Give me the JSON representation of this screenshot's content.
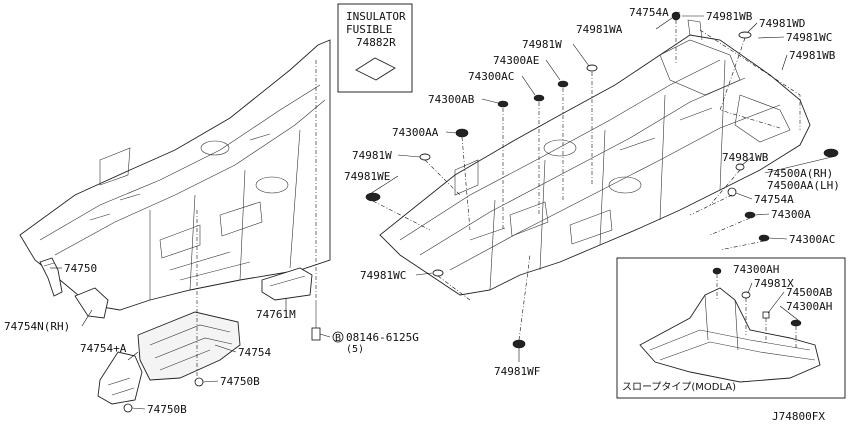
{
  "inset_insulator": {
    "line1": "INSULATOR",
    "line2": "FUSIBLE",
    "part_no": "74882R"
  },
  "inset_slope": {
    "caption": "スロープタイプ(MODLA)"
  },
  "diagram_code": "J74800FX",
  "callouts": {
    "c74750": "74750",
    "c74754n": "74754N(RH)",
    "c74754a": "74754+A",
    "c74754": "74754",
    "c74750b_1": "74750B",
    "c74750b_2": "74750B",
    "c74761m": "74761M",
    "c08146": "08146-6125G",
    "c08146_qty": "(5)",
    "c08146_prefix": "B",
    "c74300aa": "74300AA",
    "c74300ab": "74300AB",
    "c74300ac_top": "74300AC",
    "c74300ae": "74300AE",
    "c74981w_top": "74981W",
    "c74981wa": "74981WA",
    "c74754a_top": "74754A",
    "c74981wb_top": "74981WB",
    "c74981wd": "74981WD",
    "c74981wc_top": "74981WC",
    "c74981wb_right": "74981WB",
    "c74981w_left": "74981W",
    "c74981we": "74981WE",
    "c74981wb_mid": "74981WB",
    "c74500a": "74500A(RH)",
    "c74500aa": "74500AA(LH)",
    "c74754a_mid": "74754A",
    "c74300a": "74300A",
    "c74300ac_right": "74300AC",
    "c74981wc_bottom": "74981WC",
    "c74981wf": "74981WF",
    "c74300ah_1": "74300AH",
    "c74981x": "74981X",
    "c74500ab": "74500AB",
    "c74300ah_2": "74300AH"
  }
}
